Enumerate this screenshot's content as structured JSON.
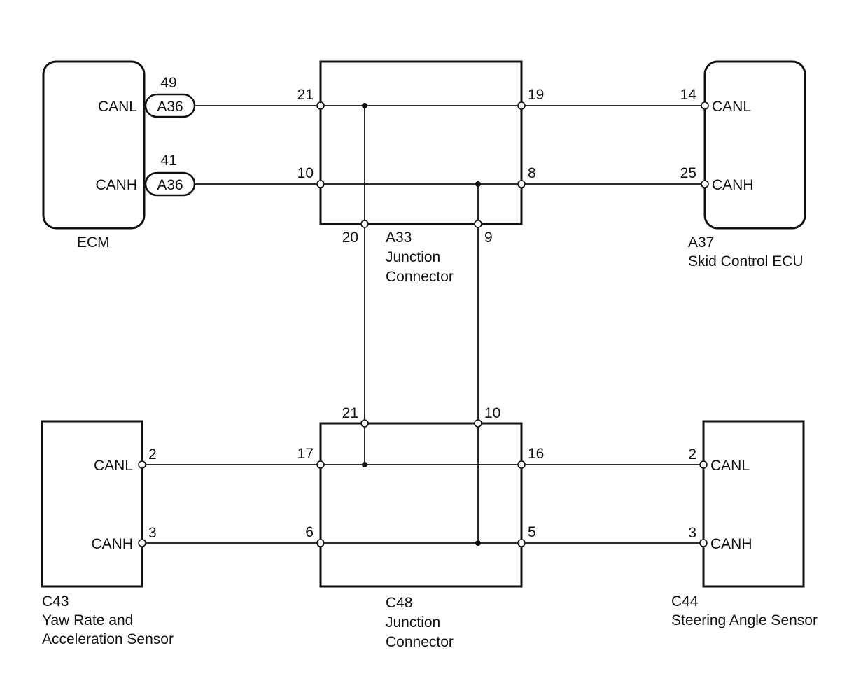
{
  "ecm": {
    "name": "ECM",
    "pin_canl": "CANL",
    "pin_canh": "CANH"
  },
  "ecm_connectors": [
    {
      "pin": "49",
      "connector": "A36"
    },
    {
      "pin": "41",
      "connector": "A36"
    }
  ],
  "a33": {
    "id": "A33",
    "line1": "Junction",
    "line2": "Connector",
    "pins": {
      "in_canl": "21",
      "in_canh": "10",
      "out_canl": "19",
      "out_canh": "8",
      "bottom_left": "20",
      "bottom_right": "9"
    }
  },
  "a37": {
    "id": "A37",
    "name": "Skid Control ECU",
    "pin_canl": "CANL",
    "pin_canh": "CANH",
    "pin_canl_no": "14",
    "pin_canh_no": "25"
  },
  "c43": {
    "id": "C43",
    "line1": "Yaw Rate and",
    "line2": "Acceleration Sensor",
    "pin_canl": "CANL",
    "pin_canh": "CANH",
    "pin_canl_no": "2",
    "pin_canh_no": "3"
  },
  "c48": {
    "id": "C48",
    "line1": "Junction",
    "line2": "Connector",
    "pins": {
      "top_left": "21",
      "top_right": "10",
      "in_canl": "17",
      "in_canh": "6",
      "out_canl": "16",
      "out_canh": "5"
    }
  },
  "c44": {
    "id": "C44",
    "name": "Steering Angle Sensor",
    "pin_canl": "CANL",
    "pin_canh": "CANH",
    "pin_canl_no": "2",
    "pin_canh_no": "3"
  }
}
